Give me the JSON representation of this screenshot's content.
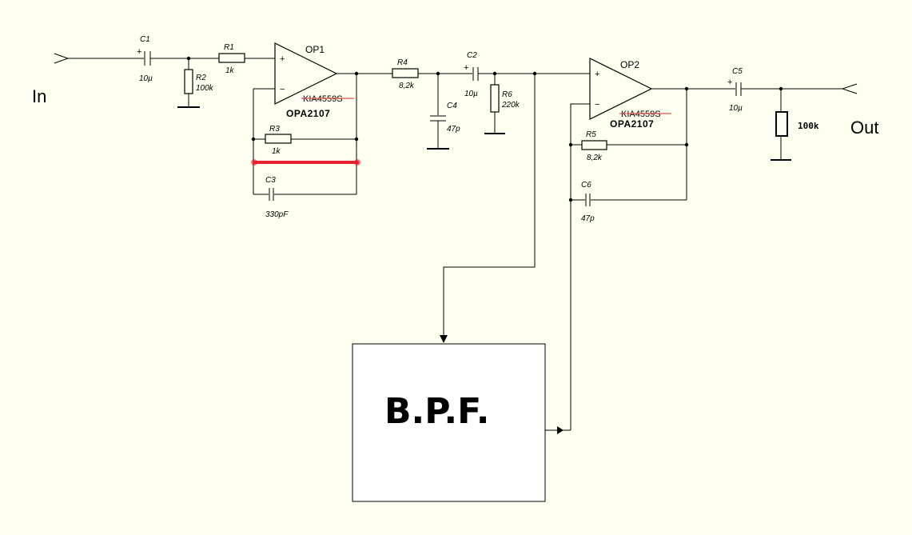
{
  "ports": {
    "in": "In",
    "out": "Out"
  },
  "components": {
    "c1": {
      "ref": "C1",
      "value": "10µ"
    },
    "r1": {
      "ref": "R1",
      "value": "1k"
    },
    "r2": {
      "ref": "R2",
      "value": "100k"
    },
    "op1": {
      "ref": "OP1",
      "old_part": "KIA4559S",
      "new_part": "OPA2107"
    },
    "r3": {
      "ref": "R3",
      "value": "1k"
    },
    "c3": {
      "ref": "C3",
      "value": "330pF"
    },
    "r4": {
      "ref": "R4",
      "value": "8,2k"
    },
    "c2": {
      "ref": "C2",
      "value": "10µ"
    },
    "c4": {
      "ref": "C4",
      "value": "47p"
    },
    "r6": {
      "ref": "R6",
      "value": "220k"
    },
    "op2": {
      "ref": "OP2",
      "old_part": "KIA4559S",
      "new_part": "OPA2107"
    },
    "r5": {
      "ref": "R5",
      "value": "8,2k"
    },
    "c6": {
      "ref": "C6",
      "value": "47p"
    },
    "c5": {
      "ref": "C5",
      "value": "10µ"
    },
    "rload": {
      "value": "100k"
    }
  },
  "bpf": {
    "label": "B.P.F."
  },
  "colors": {
    "background": "#fffff0",
    "highlight": "#e8202e",
    "strike": "#d9534f"
  }
}
